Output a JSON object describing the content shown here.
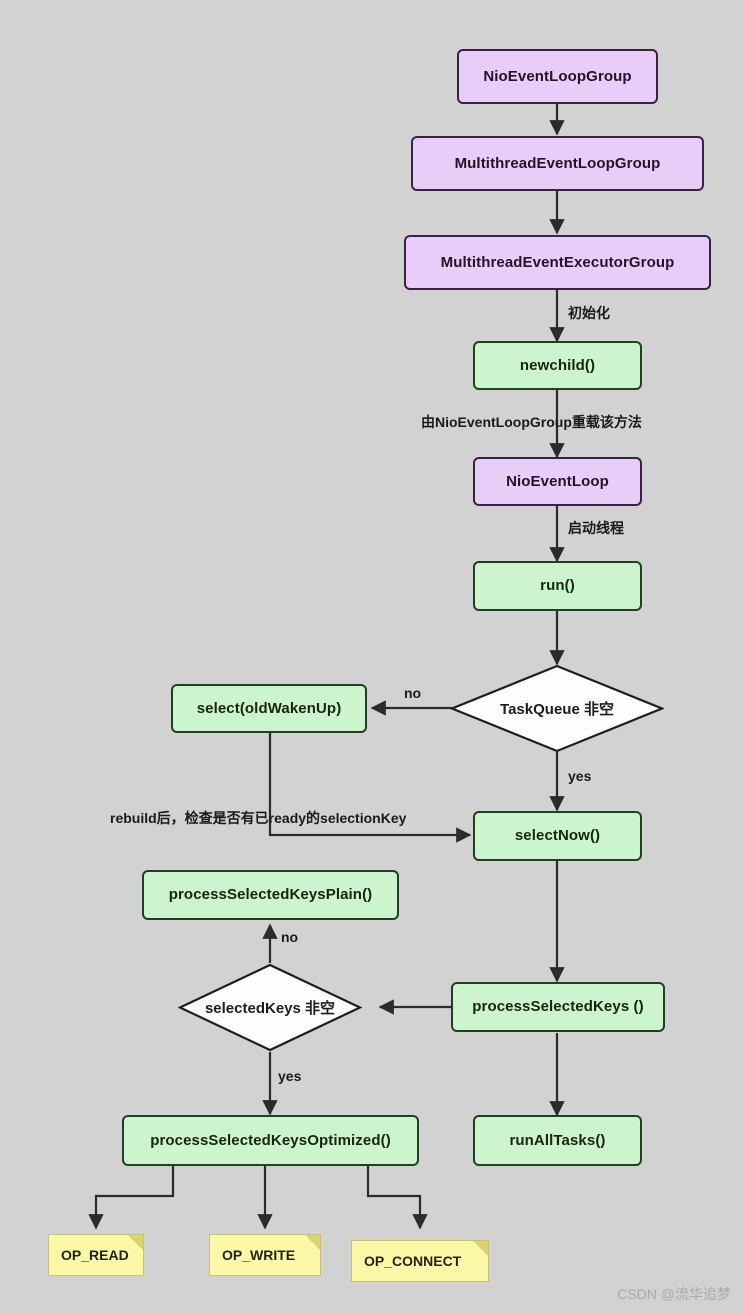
{
  "diagram": {
    "title": "Netty NioEventLoop startup flow",
    "background_color": "#d2d2d2",
    "watermark": "CSDN @流华追梦",
    "colors": {
      "purple_fill": "#e8cdf8",
      "purple_stroke": "#3b2240",
      "green_fill": "#cdf5cd",
      "green_stroke": "#20401f",
      "decision_fill": "#fdfdfd",
      "decision_stroke": "#1d1d1d",
      "note_fill": "#fbf8a8",
      "note_fold": "#d8d373",
      "edge_stroke": "#2b2b2b"
    }
  },
  "nodes": {
    "nio_event_loop_group": {
      "label": "NioEventLoopGroup",
      "type": "class",
      "color": "purple"
    },
    "multithread_event_loop_group": {
      "label": "MultithreadEventLoopGroup",
      "type": "class",
      "color": "purple"
    },
    "multithread_event_executor_group": {
      "label": "MultithreadEventExecutorGroup",
      "type": "class",
      "color": "purple"
    },
    "newchild": {
      "label": "newchild()",
      "type": "method",
      "color": "green"
    },
    "nio_event_loop": {
      "label": "NioEventLoop",
      "type": "class",
      "color": "purple"
    },
    "run": {
      "label": "run()",
      "type": "method",
      "color": "green"
    },
    "taskqueue_decision": {
      "label": "TaskQueue 非空",
      "type": "decision"
    },
    "select_old_wakenup": {
      "label": "select(oldWakenUp)",
      "type": "method",
      "color": "green"
    },
    "select_now": {
      "label": "selectNow()",
      "type": "method",
      "color": "green"
    },
    "process_selected_keys_plain": {
      "label": "processSelectedKeysPlain()",
      "type": "method",
      "color": "green"
    },
    "selected_keys_decision": {
      "label": "selectedKeys 非空",
      "type": "decision"
    },
    "process_selected_keys": {
      "label": "processSelectedKeys ()",
      "type": "method",
      "color": "green"
    },
    "process_selected_keys_optimized": {
      "label": "processSelectedKeysOptimized()",
      "type": "method",
      "color": "green"
    },
    "run_all_tasks": {
      "label": "runAllTasks()",
      "type": "method",
      "color": "green"
    }
  },
  "notes": [
    {
      "id": "op_read",
      "label": "OP_READ"
    },
    {
      "id": "op_write",
      "label": "OP_WRITE"
    },
    {
      "id": "op_connect",
      "label": "OP_CONNECT"
    }
  ],
  "edge_labels": {
    "init": "初始化",
    "override": "由NioEventLoopGroup重载该方法",
    "start_thread": "启动线程",
    "taskqueue_no": "no",
    "taskqueue_yes": "yes",
    "rebuild_check": "rebuild后，检查是否有已ready的selectionKey",
    "selectedkeys_no": "no",
    "selectedkeys_yes": "yes"
  }
}
